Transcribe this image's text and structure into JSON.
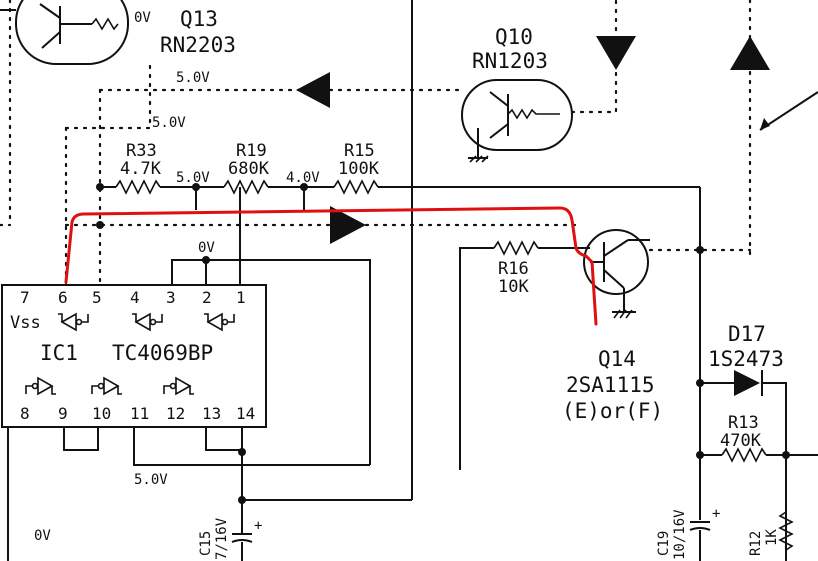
{
  "colors": {
    "ink": "#111111",
    "highlight": "#e01010",
    "paper": "#ffffff"
  },
  "labels": {
    "q13_name": "Q13",
    "q13_part": "RN2203",
    "q13_0v": "0V",
    "q10_name": "Q10",
    "q10_part": "RN1203",
    "v_5_0_top": "5.0V",
    "v_5_0_mid": "5.0V",
    "r33_name": "R33",
    "r33_val": "4.7K",
    "v_5_0_r": "5.0V",
    "r19_name": "R19",
    "r19_val": "680K",
    "v_4_0": "4.0V",
    "r15_name": "R15",
    "r15_val": "100K",
    "v_0v_ic": "0V",
    "r16_name": "R16",
    "r16_val": "10K",
    "q14_name": "Q14",
    "q14_part": "2SA1115",
    "q14_rank": "(E)or(F)",
    "d17_name": "D17",
    "d17_part": "1S2473",
    "r13_name": "R13",
    "r13_val": "470K",
    "ic1_name": "IC1",
    "ic1_part": "TC4069BP",
    "vss": "Vss",
    "v_5_0_bottom": "5.0V",
    "v_0v_left": "0V",
    "c15": "C15",
    "c15_val": "7/16V",
    "c19": "C19",
    "c19_val": "10/16V",
    "r12_name": "R12",
    "r12_val": "1K"
  },
  "ic_pins_top": [
    "7",
    "6",
    "5",
    "4",
    "3",
    "2",
    "1"
  ],
  "ic_pins_bottom": [
    "8",
    "9",
    "10",
    "11",
    "12",
    "13",
    "14"
  ]
}
